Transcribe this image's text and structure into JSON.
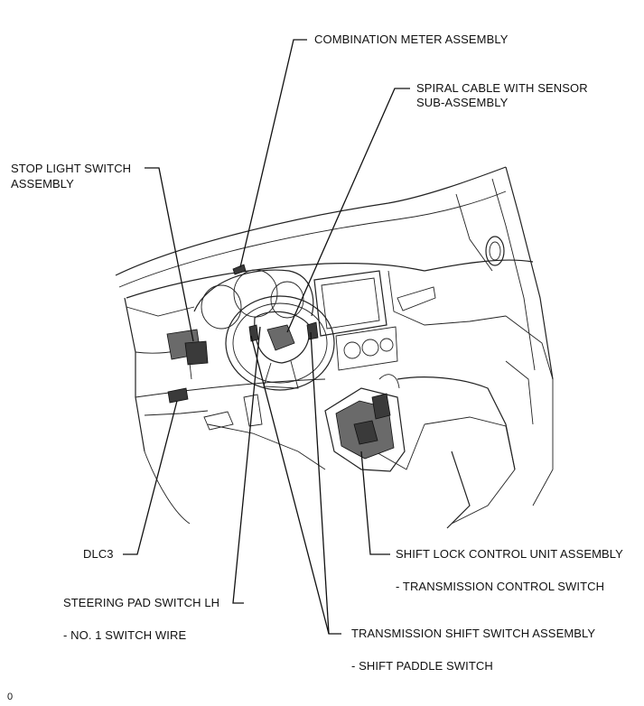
{
  "labels": {
    "combination_meter": "COMBINATION METER ASSEMBLY",
    "spiral_cable_line1": "SPIRAL CABLE WITH SENSOR",
    "spiral_cable_line2": "SUB-ASSEMBLY",
    "stop_light_line1": "STOP LIGHT SWITCH",
    "stop_light_line2": "ASSEMBLY",
    "dlc3": "DLC3",
    "shift_lock": "SHIFT LOCK CONTROL UNIT ASSEMBLY",
    "transmission_control_switch": "- TRANSMISSION CONTROL SWITCH",
    "steering_pad": "STEERING PAD SWITCH LH",
    "no1_switch_wire": "- NO. 1 SWITCH WIRE",
    "transmission_shift": "TRANSMISSION SHIFT SWITCH ASSEMBLY",
    "shift_paddle": "- SHIFT PADDLE SWITCH",
    "figure_code": "0"
  }
}
